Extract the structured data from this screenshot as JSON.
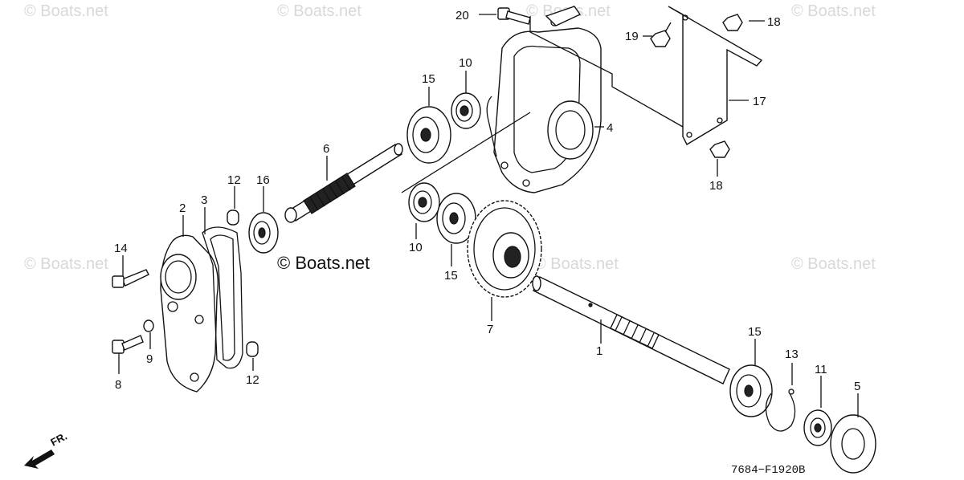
{
  "watermarks": {
    "corner": "© Boats.net",
    "main": "© Boats.net"
  },
  "diagram_code": "7684−F1920B",
  "direction_label": "FR.",
  "callouts": {
    "p1": "1",
    "p2": "2",
    "p3": "3",
    "p4": "4",
    "p5": "5",
    "p6": "6",
    "p7": "7",
    "p8": "8",
    "p9": "9",
    "p10a": "10",
    "p10b": "10",
    "p11": "11",
    "p12a": "12",
    "p12b": "12",
    "p13": "13",
    "p14": "14",
    "p15a": "15",
    "p15b": "15",
    "p15c": "15",
    "p16": "16",
    "p17": "17",
    "p18a": "18",
    "p18b": "18",
    "p19": "19",
    "p20": "20"
  }
}
